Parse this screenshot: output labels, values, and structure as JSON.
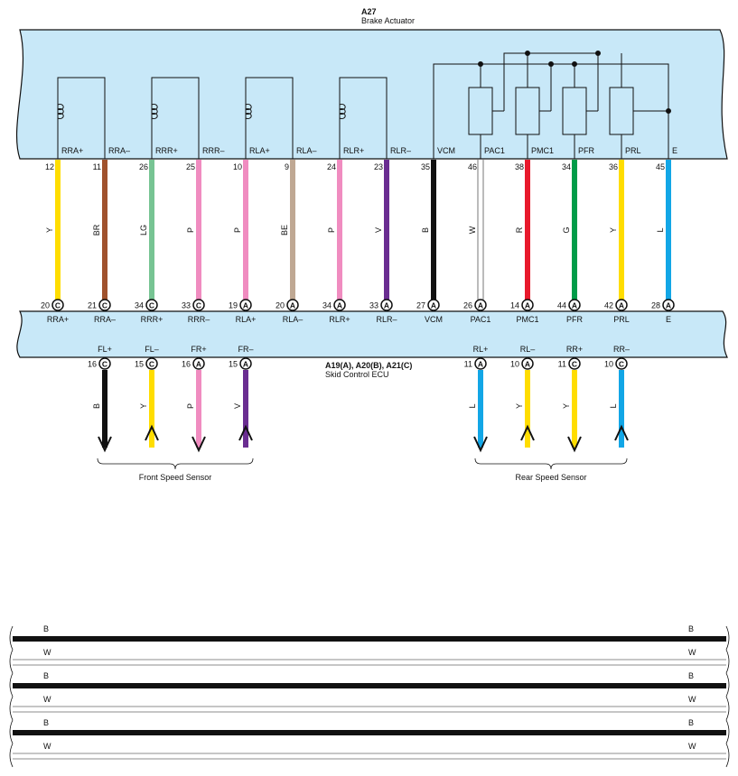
{
  "actuator": {
    "id": "A27",
    "name": "Brake Actuator"
  },
  "ecu": {
    "connectors": "A19(A), A20(B), A21(C)",
    "name": "Skid Control ECU"
  },
  "colors": {
    "Y": "#ffdd00",
    "BR": "#a0522d",
    "LG": "#77c493",
    "P": "#f08cc0",
    "BE": "#bfa893",
    "V": "#6a2d91",
    "B": "#111111",
    "W": "#ffffff",
    "R": "#e8192c",
    "G": "#009c48",
    "L": "#12a6e6",
    "panel": "#c8e8f8",
    "outline": "#111111"
  },
  "wires": [
    {
      "top_label": "RRA+",
      "top_pin": "12",
      "color": "Y",
      "bottom_pin": "20",
      "bottom_conn": "C",
      "bottom_label": "RRA+"
    },
    {
      "top_label": "RRA–",
      "top_pin": "11",
      "color": "BR",
      "bottom_pin": "21",
      "bottom_conn": "C",
      "bottom_label": "RRA–"
    },
    {
      "top_label": "RRR+",
      "top_pin": "26",
      "color": "LG",
      "bottom_pin": "34",
      "bottom_conn": "C",
      "bottom_label": "RRR+"
    },
    {
      "top_label": "RRR–",
      "top_pin": "25",
      "color": "P",
      "bottom_pin": "33",
      "bottom_conn": "C",
      "bottom_label": "RRR–"
    },
    {
      "top_label": "RLA+",
      "top_pin": "10",
      "color": "P",
      "bottom_pin": "19",
      "bottom_conn": "A",
      "bottom_label": "RLA+"
    },
    {
      "top_label": "RLA–",
      "top_pin": "9",
      "color": "BE",
      "bottom_pin": "20",
      "bottom_conn": "A",
      "bottom_label": "RLA–"
    },
    {
      "top_label": "RLR+",
      "top_pin": "24",
      "color": "P",
      "bottom_pin": "34",
      "bottom_conn": "A",
      "bottom_label": "RLR+"
    },
    {
      "top_label": "RLR–",
      "top_pin": "23",
      "color": "V",
      "bottom_pin": "33",
      "bottom_conn": "A",
      "bottom_label": "RLR–"
    },
    {
      "top_label": "VCM",
      "top_pin": "35",
      "color": "B",
      "bottom_pin": "27",
      "bottom_conn": "A",
      "bottom_label": "VCM"
    },
    {
      "top_label": "PAC1",
      "top_pin": "46",
      "color": "W",
      "bottom_pin": "26",
      "bottom_conn": "A",
      "bottom_label": "PAC1"
    },
    {
      "top_label": "PMC1",
      "top_pin": "38",
      "color": "R",
      "bottom_pin": "14",
      "bottom_conn": "A",
      "bottom_label": "PMC1"
    },
    {
      "top_label": "PFR",
      "top_pin": "34",
      "color": "G",
      "bottom_pin": "44",
      "bottom_conn": "A",
      "bottom_label": "PFR"
    },
    {
      "top_label": "PRL",
      "top_pin": "36",
      "color": "Y",
      "bottom_pin": "42",
      "bottom_conn": "A",
      "bottom_label": "PRL"
    },
    {
      "top_label": "E",
      "top_pin": "45",
      "color": "L",
      "bottom_pin": "28",
      "bottom_conn": "A",
      "bottom_label": "E"
    }
  ],
  "sensors": [
    {
      "label": "FL+",
      "pin": "16",
      "conn": "C",
      "color": "B",
      "dir": "down"
    },
    {
      "label": "FL–",
      "pin": "15",
      "conn": "C",
      "color": "Y",
      "dir": "up"
    },
    {
      "label": "FR+",
      "pin": "16",
      "conn": "A",
      "color": "P",
      "dir": "down"
    },
    {
      "label": "FR–",
      "pin": "15",
      "conn": "A",
      "color": "V",
      "dir": "up"
    },
    {
      "label": "RL+",
      "pin": "11",
      "conn": "A",
      "color": "L",
      "dir": "down"
    },
    {
      "label": "RL–",
      "pin": "10",
      "conn": "A",
      "color": "Y",
      "dir": "up"
    },
    {
      "label": "RR+",
      "pin": "11",
      "conn": "C",
      "color": "Y",
      "dir": "down"
    },
    {
      "label": "RR–",
      "pin": "10",
      "conn": "C",
      "color": "L",
      "dir": "up"
    }
  ],
  "sensor_groups": [
    {
      "name": "Front Speed Sensor"
    },
    {
      "name": "Rear Speed Sensor"
    }
  ],
  "cable_rows": [
    {
      "color": "B",
      "left": "B",
      "right": "B"
    },
    {
      "color": "W",
      "left": "W",
      "right": "W"
    },
    {
      "color": "B",
      "left": "B",
      "right": "B"
    },
    {
      "color": "W",
      "left": "W",
      "right": "W"
    },
    {
      "color": "B",
      "left": "B",
      "right": "B"
    },
    {
      "color": "W",
      "left": "W",
      "right": "W"
    }
  ]
}
